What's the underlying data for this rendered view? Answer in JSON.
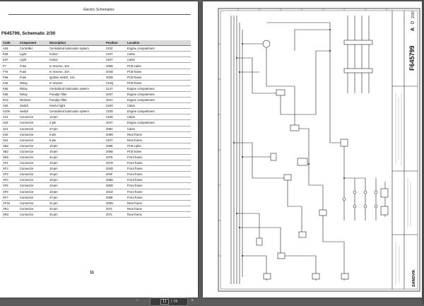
{
  "document": {
    "header_text": "Electric Schematics",
    "schematic_title": "F645799, Schematic 2/30",
    "page_number": "11"
  },
  "table": {
    "headers": [
      "Code",
      "Component",
      "Description",
      "Position",
      "Location"
    ],
    "rows": [
      [
        "A26",
        "Controller",
        "Centralized lubrication system",
        "210Z",
        "Engine compartment"
      ],
      [
        "E36",
        "Light",
        "Indoor",
        "218T",
        "Cabin"
      ],
      [
        "E37",
        "Light",
        "Indoor",
        "216T",
        "Cabin"
      ],
      [
        "F7",
        "Fuse",
        "In reserve, 10A",
        "205D",
        "PCB cabin"
      ],
      [
        "F75",
        "Fuse",
        "In reserve, 10A",
        "204D",
        "PCB frame"
      ],
      [
        "F85",
        "Fuse",
        "Ignition switch, 10A",
        "203D",
        "PCB frame"
      ],
      [
        "K45",
        "Relay",
        "In reserve",
        "210Q",
        "PCB frame"
      ],
      [
        "K55",
        "Relay",
        "Centralized lubrication system",
        "214T",
        "Engine compartment"
      ],
      [
        "K58",
        "Relay",
        "Puradyn filter",
        "203T",
        "Engine compartment"
      ],
      [
        "R12",
        "Resistor",
        "Puradyn filter",
        "204Y",
        "Engine compartment"
      ],
      [
        "S26",
        "Switch",
        "Interior light",
        "216H",
        "Cabin"
      ],
      [
        "S109",
        "Switch",
        "Centralized lubrication system",
        "210D",
        "Engine compartment"
      ],
      [
        "X14",
        "Connector",
        "14-pin",
        "216D",
        "Cabin"
      ],
      [
        "X18",
        "Connector",
        "2-pin",
        "204Y",
        "Engine compartment"
      ],
      [
        "X21",
        "Connector",
        "37-pin",
        "208C",
        "Cabin"
      ],
      [
        "X40",
        "Connector",
        "6-pin",
        "206R",
        "Rear frame"
      ],
      [
        "X41",
        "Connector",
        "6-pin",
        "210T",
        "Rear frame"
      ],
      [
        "XB2",
        "Connector",
        "10-pin",
        "205E",
        "PCB cabin"
      ],
      [
        "XB2",
        "Connector",
        "10-pin",
        "209D",
        "PCB frame"
      ],
      [
        "XE6",
        "Connector",
        "31-pin",
        "207E",
        "Front frame"
      ],
      [
        "XF1",
        "Connector",
        "10-pin",
        "207D",
        "Front frame"
      ],
      [
        "XF2",
        "Connector",
        "10-pin",
        "202D",
        "Front frame"
      ],
      [
        "XF3",
        "Connector",
        "10-pin",
        "204F",
        "Front frame"
      ],
      [
        "XF4",
        "Connector",
        "10-pin",
        "206D",
        "Front frame"
      ],
      [
        "XF5",
        "Connector",
        "10-pin",
        "205D",
        "Front frame"
      ],
      [
        "XF6",
        "Connector",
        "10-pin",
        "201D",
        "Front frame"
      ],
      [
        "XF7",
        "Connector",
        "37-pin",
        "209E",
        "Front frame"
      ],
      [
        "XF19",
        "Connector",
        "21-pin",
        "206N",
        "Rear frame"
      ],
      [
        "XR1",
        "Connector",
        "31-pin",
        "207L",
        "Rear frame"
      ],
      [
        "XR2",
        "Connector",
        "31-pin",
        "207L",
        "Rear frame"
      ]
    ]
  },
  "drawing": {
    "drawing_number": "F645799",
    "revision": "A",
    "sheet_index": "0",
    "sheet_label": "2/30",
    "logo_text": "SANDVIK",
    "colors": {
      "background": "#5c5c5c",
      "page": "#ffffff",
      "line": "#222222",
      "table_header": "#d9d9d9"
    }
  },
  "viewer": {
    "current_page": "11",
    "total_pages": "/ 74",
    "zoom_out_icon": "minus-icon",
    "zoom_in_icon": "plus-icon"
  }
}
